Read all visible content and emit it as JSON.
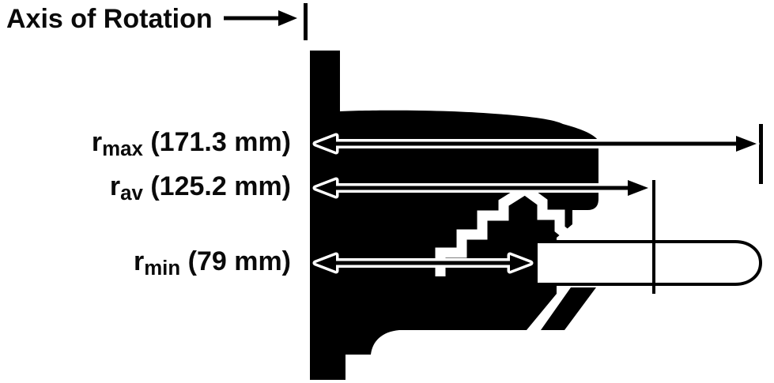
{
  "colors": {
    "ink": "#000000",
    "background": "#ffffff"
  },
  "diagram": {
    "axis_label": "Axis of Rotation",
    "radii": [
      {
        "symbol": "r",
        "subscript": "max",
        "value": "(171.3 mm)"
      },
      {
        "symbol": "r",
        "subscript": "av",
        "value": "(125.2 mm)"
      },
      {
        "symbol": "r",
        "subscript": "min",
        "value": "(79 mm)"
      }
    ]
  }
}
